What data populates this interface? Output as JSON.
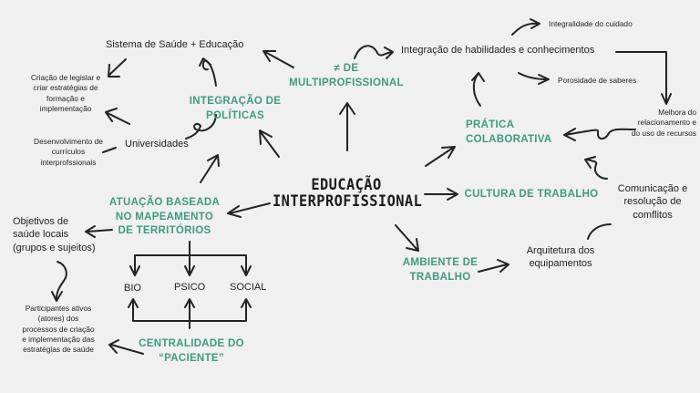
{
  "center": {
    "title": "EDUCAÇÃO\nINTERPROFISSIONAL"
  },
  "green_nodes": {
    "multiprofissional": "≠ DE\nMULTIPROFISSIONAL",
    "integracao_politicas": "INTEGRAÇÃO DE\nPOLÍTICAS",
    "pratica_colaborativa": "PRÁTICA\nCOLABORATIVA",
    "cultura_trabalho": "CULTURA DE TRABALHO",
    "atuacao_baseada": "ATUAÇÃO BASEADA\nNO MAPEAMENTO\nDE TERRITÓRIOS",
    "ambiente_trabalho": "AMBIENTE DE\nTRABALHO",
    "centralidade": "CENTRALIDADE DO\n“PACIENTE”"
  },
  "dark_nodes": {
    "sistema_saude": "Sistema de Saúde + Educação",
    "universidades": "Universidades",
    "integracao_habilidades": "Integração de habilidades e conhecimentos",
    "objetivos": "Objetivos de\nsaúde locais\n(grupos e sujeitos)",
    "comunicacao": "Comunicação e\nresolução de\ncomflitos",
    "arquitetura": "Arquitetura dos\nequipamentos",
    "bio": "BIO",
    "psico": "PSICO",
    "social": "SOCIAL"
  },
  "small_nodes": {
    "criacao_legislar": "Criação de legislar e\ncriar estratégias de\nformação e\nimplementação",
    "desenvolvimento_curriculos": "Desenvolvimento de\ncurrículos\ninterprofssionais",
    "integralidade": "Integralidade do cuidado",
    "porosidade": "Porosidade de saberes",
    "melhora": "Melhora do\nrelacionamento e\ndo uso de recursos",
    "participantes": "Participantes ativos\n(atores) dos\nprocessos de criação\ne implementação das\nestratégias de saúde"
  }
}
